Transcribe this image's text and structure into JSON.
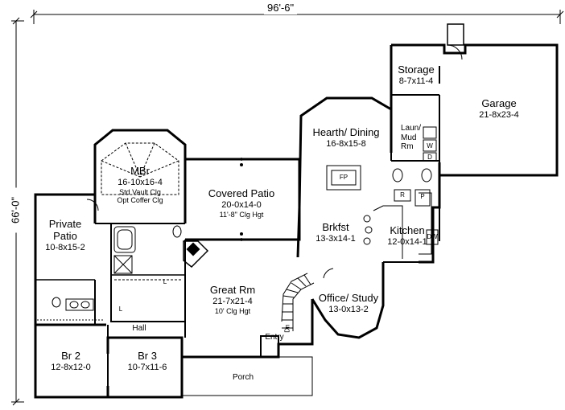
{
  "dimensions": {
    "width": "96'-6\"",
    "depth": "66'-0\""
  },
  "rooms": {
    "storage": {
      "name": "Storage",
      "size": "8-7x11-4"
    },
    "garage": {
      "name": "Garage",
      "size": "21-8x23-4"
    },
    "hearth": {
      "name": "Hearth/ Dining",
      "size": "16-8x15-8"
    },
    "laundry": {
      "name_line1": "Laun/",
      "name_line2": "Mud",
      "name_line3": "Rm"
    },
    "mbr": {
      "name": "MBr",
      "size": "16-10x16-4",
      "note1": "Std Vault Clg",
      "note2": "Opt Coffer Clg"
    },
    "covered_patio": {
      "name": "Covered Patio",
      "size": "20-0x14-0",
      "note": "11'-8\" Clg Hgt"
    },
    "private_patio": {
      "name_line1": "Private",
      "name_line2": "Patio",
      "size": "10-8x15-2"
    },
    "brkfst": {
      "name": "Brkfst",
      "size": "13-3x14-1"
    },
    "kitchen": {
      "name": "Kitchen",
      "size": "12-0x14-1"
    },
    "great_rm": {
      "name": "Great Rm",
      "size": "21-7x21-4",
      "note": "10' Clg Hgt"
    },
    "office": {
      "name": "Office/ Study",
      "size": "13-0x13-2"
    },
    "br2": {
      "name": "Br 2",
      "size": "12-8x12-0"
    },
    "br3": {
      "name": "Br 3",
      "size": "10-7x11-6"
    }
  },
  "small_labels": {
    "hall": "Hall",
    "entry": "Entry",
    "porch": "Porch",
    "fp": "FP",
    "dn": "Dn",
    "dw": "DW",
    "r": "R",
    "p": "P",
    "l1": "L",
    "l2": "L",
    "w": "W",
    "d": "D"
  }
}
